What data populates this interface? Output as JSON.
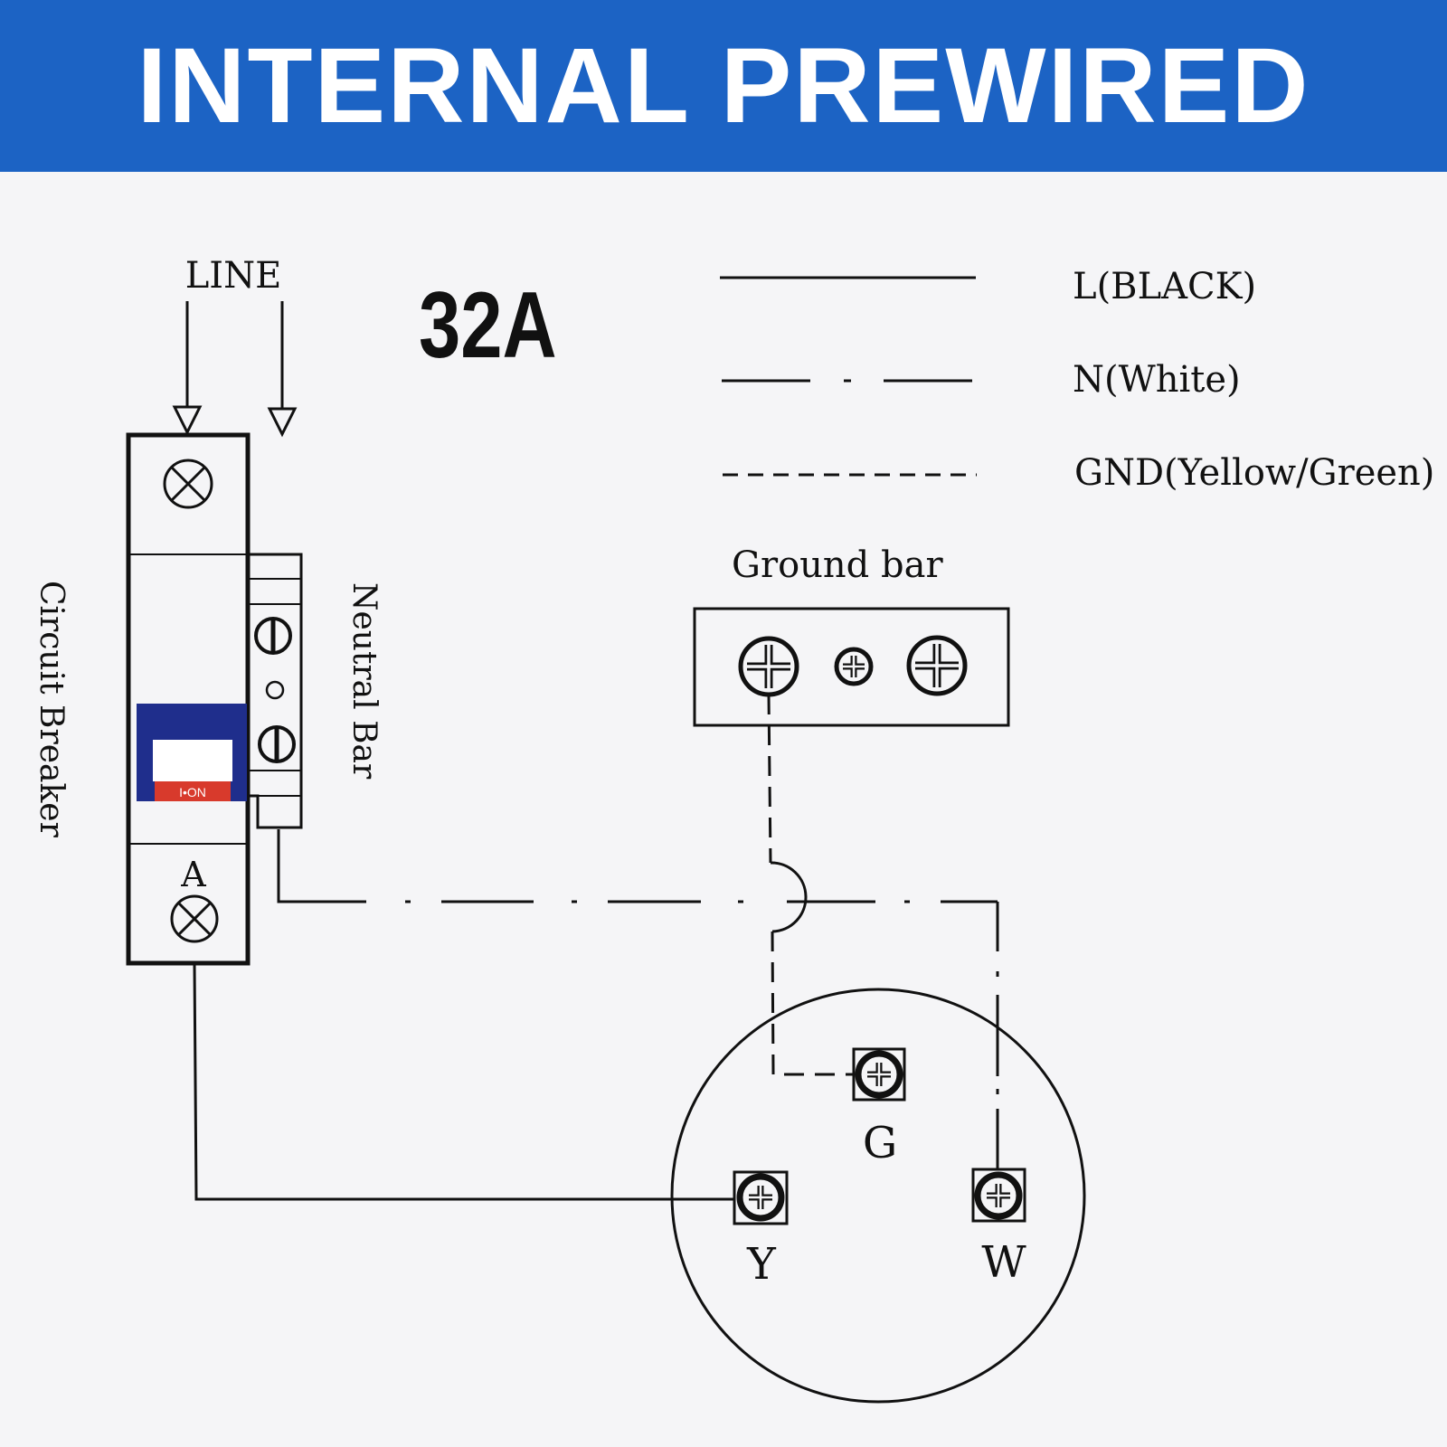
{
  "banner": {
    "title": "INTERNAL PREWIRED"
  },
  "diagram": {
    "rating": "32A",
    "line_label": "LINE",
    "circuit_breaker_label": "Circuit Breaker",
    "neutral_bar_label": "Neutral Bar",
    "ground_bar_label": "Ground bar",
    "breaker_terminal_label": "A",
    "breaker_handle_text": "I•ON",
    "legend": [
      {
        "label": "L(BLACK)",
        "style": "solid"
      },
      {
        "label": "N(White)",
        "style": "dash-dot"
      },
      {
        "label": "GND(Yellow/Green)",
        "style": "dashed"
      }
    ],
    "receptacle_terminals": {
      "ground": "G",
      "hot": "Y",
      "neutral": "W"
    }
  },
  "colors": {
    "banner": "#1c63c4",
    "handle_blue": "#1f2e8c",
    "handle_red": "#d83a2c",
    "line": "#111111"
  }
}
